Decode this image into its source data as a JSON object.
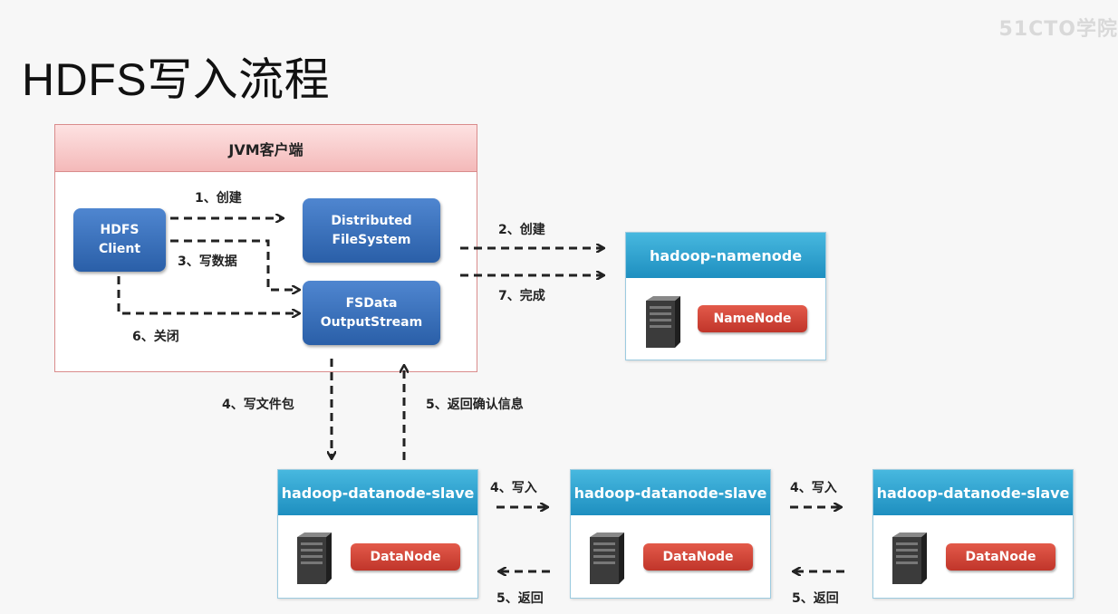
{
  "page": {
    "title": "HDFS写入流程",
    "watermark": "51CTO学院"
  },
  "jvm_client": {
    "header": "JVM客户端",
    "hdfs_client": [
      "HDFS",
      "Client"
    ],
    "distributed_fs": [
      "Distributed",
      "FileSystem"
    ],
    "fsdata_stream": [
      "FSData",
      "OutputStream"
    ]
  },
  "namenode": {
    "header": "hadoop-namenode",
    "badge": "NameNode",
    "icon": "server-icon"
  },
  "datanodes": [
    {
      "header": "hadoop-datanode-slave",
      "badge": "DataNode",
      "icon": "server-icon"
    },
    {
      "header": "hadoop-datanode-slave",
      "badge": "DataNode",
      "icon": "server-icon"
    },
    {
      "header": "hadoop-datanode-slave",
      "badge": "DataNode",
      "icon": "server-icon"
    }
  ],
  "steps": {
    "s1_create": "1、创建",
    "s2_create": "2、创建",
    "s3_write_data": "3、写数据",
    "s4_write_packet": "4、写文件包",
    "s5_ack": "5、返回确认信息",
    "s6_close": "6、关闭",
    "s7_complete": "7、完成",
    "s4_write_a": "4、写入",
    "s4_write_b": "4、写入",
    "s5_return_a": "5、返回",
    "s5_return_b": "5、返回"
  },
  "colors": {
    "jvm_header": "#f4b9b9",
    "client_blue": "#2a5fa8",
    "node_header_blue": "#1e8fc0",
    "badge_red": "#c0352a"
  }
}
